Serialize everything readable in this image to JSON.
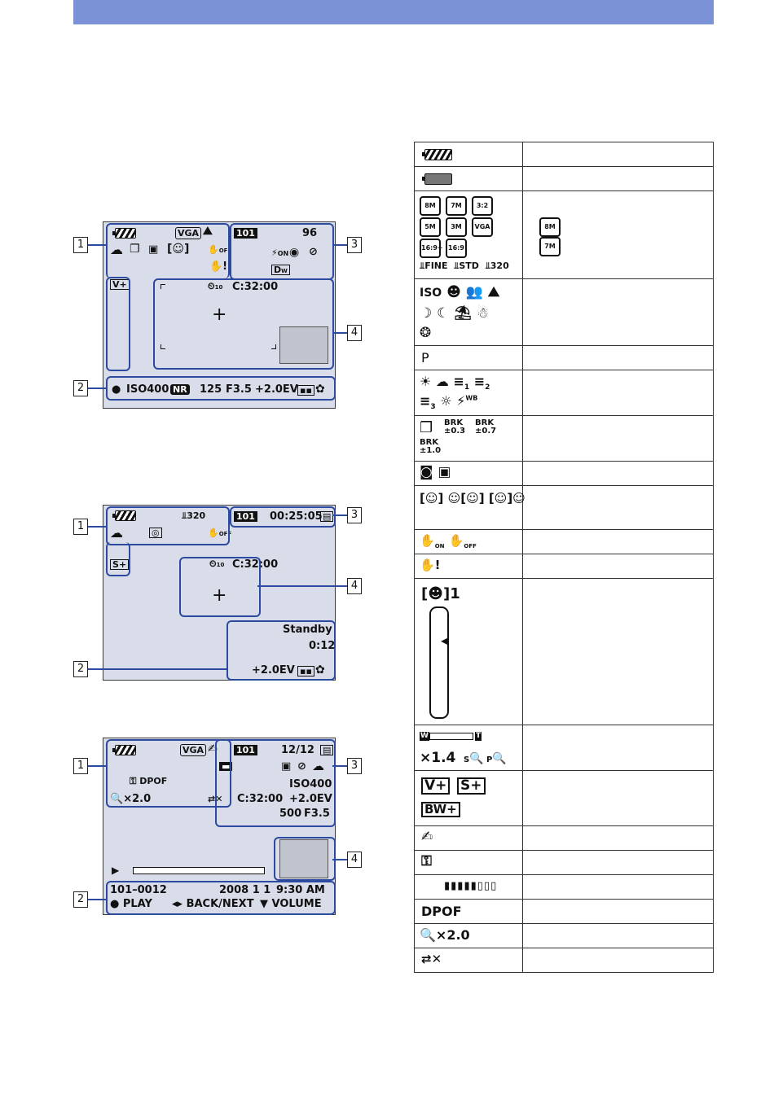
{
  "screen1": {
    "folder": "101",
    "remaining": "96",
    "timer_text": "C:32:00",
    "iso": "ISO400",
    "nr": "NR",
    "shutter": "125",
    "aperture": "F3.5",
    "ev": "+2.0EV",
    "image_size": "VGA",
    "flash_sync": "ON",
    "dro": "W",
    "steady_off": "OFF",
    "marker_v": "V",
    "self_timer": "10"
  },
  "screen2": {
    "movie_size": "320",
    "folder": "101",
    "rec_time": "00:25:05",
    "timer_text": "C:32:00",
    "standby": "Standby",
    "standby_time": "0:12",
    "ev": "+2.0EV",
    "steady_off": "OFF",
    "marker_s": "S",
    "self_timer": "10"
  },
  "screen3": {
    "image_size": "VGA",
    "folder": "101",
    "count": "12/12",
    "dpof": "DPOF",
    "zoom": "×2.0",
    "timer_text": "C:32:00",
    "iso": "ISO400",
    "ev": "+2.0EV",
    "shutter": "500",
    "aperture": "F3.5",
    "file_no": "101–0012",
    "date": "2008  1  1",
    "time": "9:30 AM",
    "play": "PLAY",
    "back_next": "BACK/NEXT",
    "volume": "VOLUME"
  },
  "callouts": [
    "1",
    "2",
    "3",
    "4"
  ],
  "legend": {
    "image_size_codes": [
      "8M",
      "7M",
      "3:2",
      "5M",
      "3M",
      "VGA",
      "16:9+",
      "16:9",
      "FINE",
      "STD",
      "320"
    ],
    "desc_image_size": [
      "8M",
      "7M"
    ],
    "iso_label": "ISO",
    "program": "P",
    "wb_labels": [
      "1",
      "2",
      "3",
      "WB"
    ],
    "brk": [
      "BRK ±0.3",
      "BRK ±0.7",
      "BRK ±1.0"
    ],
    "steady_labels": [
      "ON",
      "OFF"
    ],
    "smile_count": "1",
    "zoom_w": "W",
    "zoom_t": "T",
    "zoom_value": "×1.4",
    "zoom_s": "S",
    "zoom_p": "P",
    "effects": [
      "V",
      "S",
      "BW"
    ],
    "dpof": "DPOF",
    "zoom2": "×2.0"
  },
  "colors": {
    "band": "#7b93d6",
    "highlight": "#2c4aa0",
    "screen": "#d9dde9"
  }
}
